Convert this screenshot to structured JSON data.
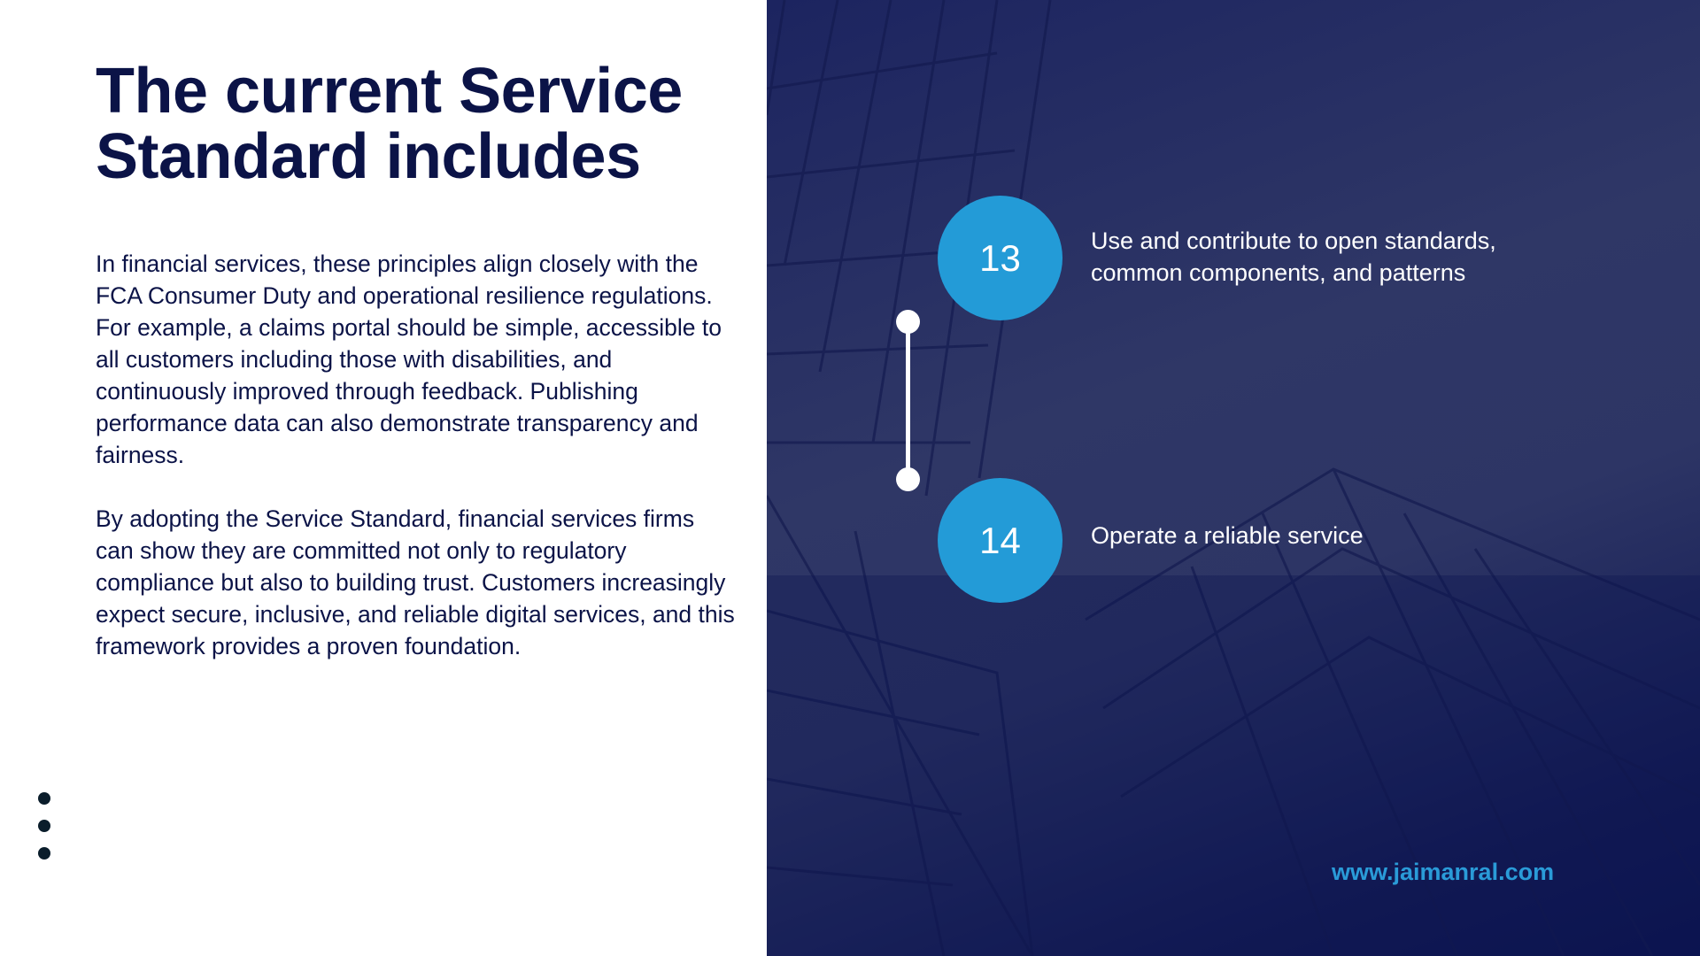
{
  "title": "The current Service Standard includes",
  "paragraphs": [
    "In financial services, these principles align closely with the FCA Consumer Duty and operational resilience regulations. For example, a claims portal should be simple, accessible to all customers including those with disabilities, and continuously improved through feedback. Publishing performance data can also demonstrate transparency and fairness.",
    "By adopting the Service Standard, financial services firms can show they are committed not only to regulatory compliance but also to building trust. Customers increasingly expect secure, inclusive, and reliable digital services, and this framework provides a proven foundation."
  ],
  "steps": [
    {
      "number": "13",
      "text": "Use and contribute to open standards, common components, and patterns"
    },
    {
      "number": "14",
      "text": "Operate a reliable service"
    }
  ],
  "website": "www.jaimanral.com",
  "colors": {
    "navy": "#0b1347",
    "accent": "#239bd7",
    "panel": "#2e3565"
  }
}
